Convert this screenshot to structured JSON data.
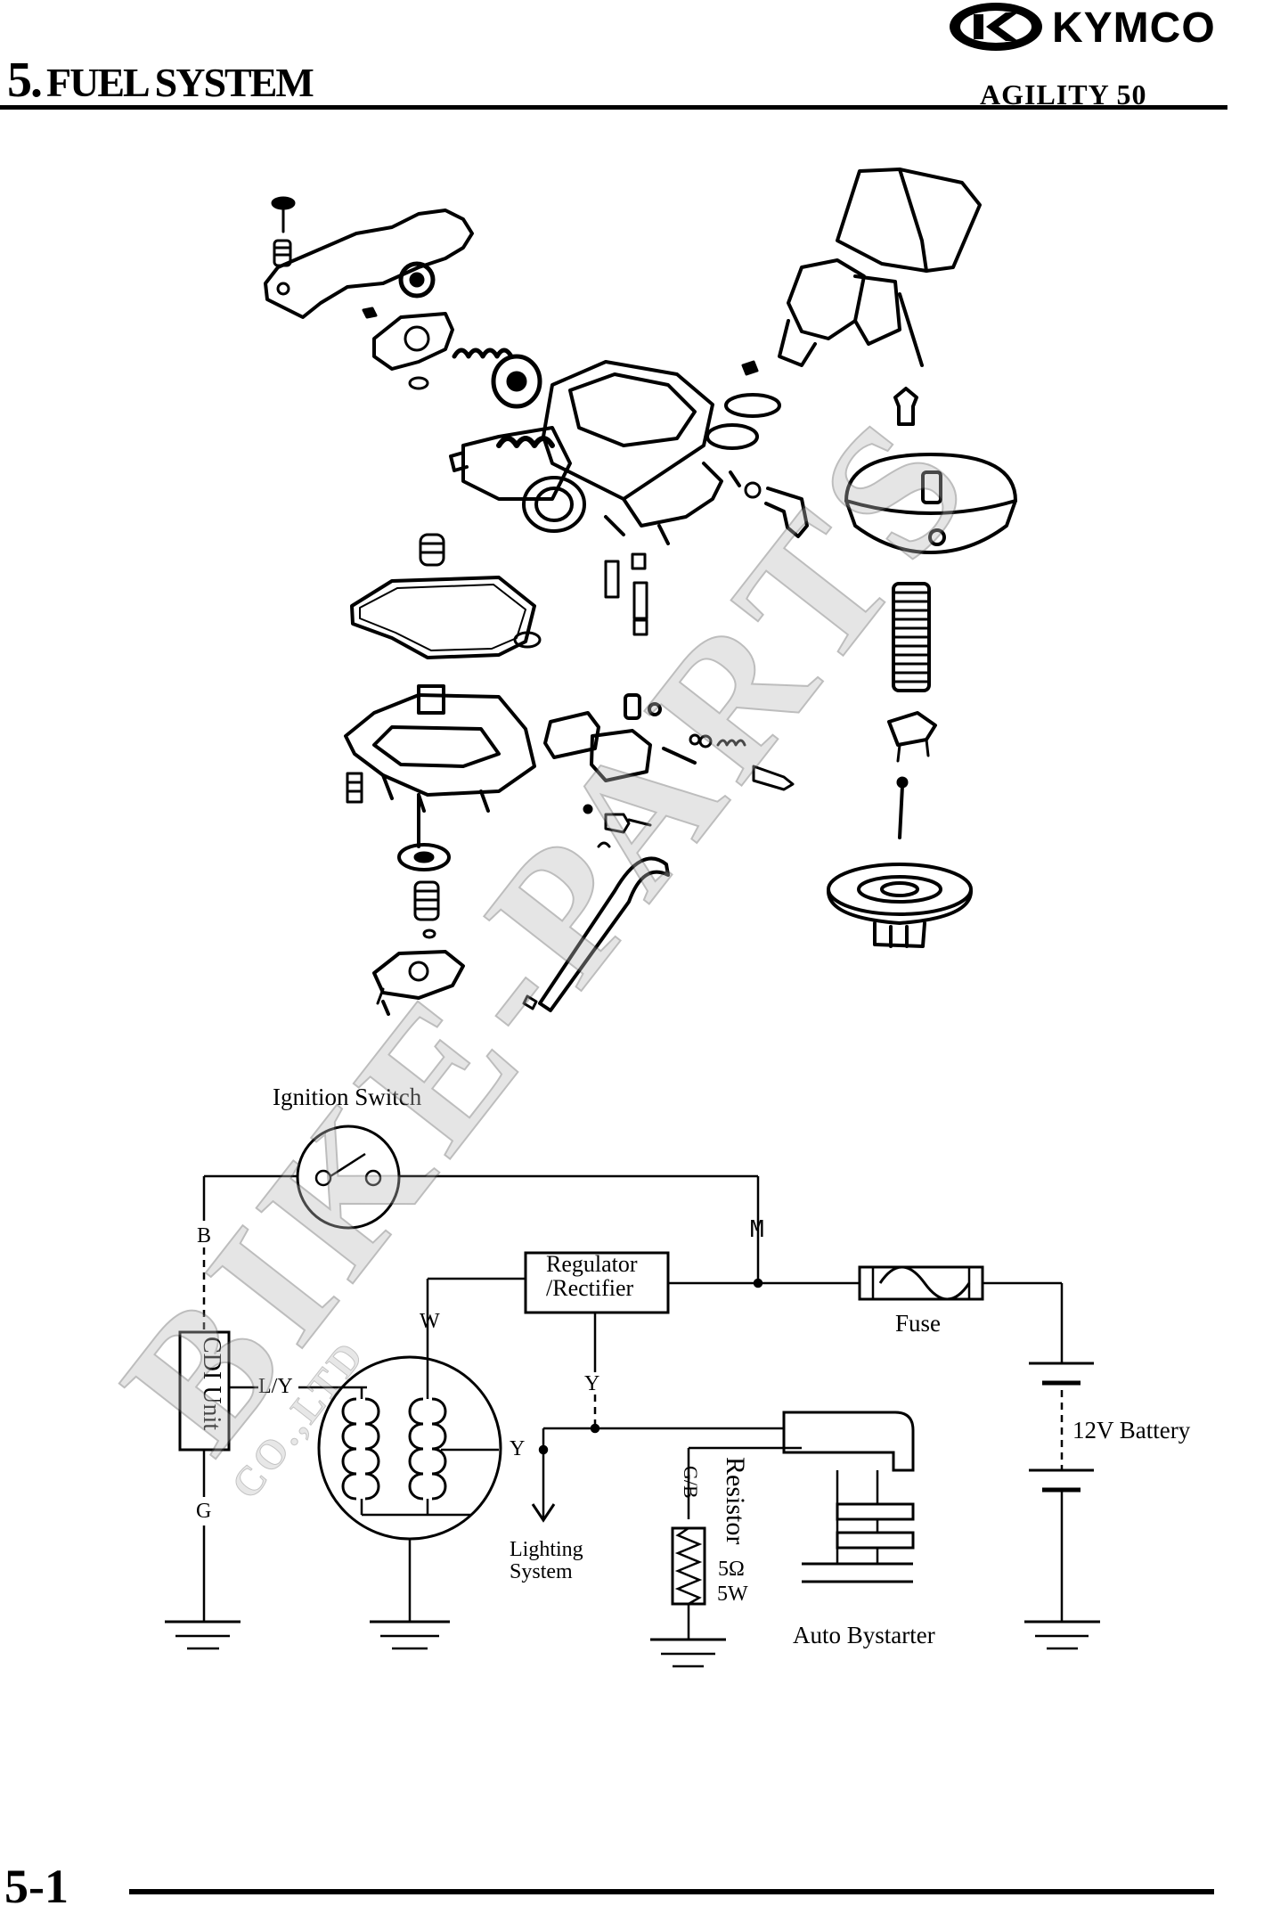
{
  "header": {
    "chapter_number": "5.",
    "chapter_title": "FUEL SYSTEM",
    "brand": "KYMCO",
    "model": "AGILITY 50"
  },
  "watermark": {
    "main": "BIKE-PARTS",
    "sub": "CO.,LTD"
  },
  "wiring": {
    "ignition_switch": "Ignition Switch",
    "wire_b": "B",
    "wire_m": "M",
    "regulator_line1": "Regulator",
    "regulator_line2": "/Rectifier",
    "fuse": "Fuse",
    "wire_w": "W",
    "cdi_unit": "CDI Unit",
    "wire_ly": "L/Y",
    "wire_y_top": "Y",
    "wire_y_coil": "Y",
    "wire_g": "G",
    "battery": "12V Battery",
    "resistor": "Resistor",
    "wire_gb": "G/B",
    "resistor_ohm": "5Ω",
    "resistor_watt": "5W",
    "lighting_line1": "Lighting",
    "lighting_line2": "System",
    "auto_bystarter": "Auto Bystarter"
  },
  "footer": {
    "page_number": "5-1"
  }
}
